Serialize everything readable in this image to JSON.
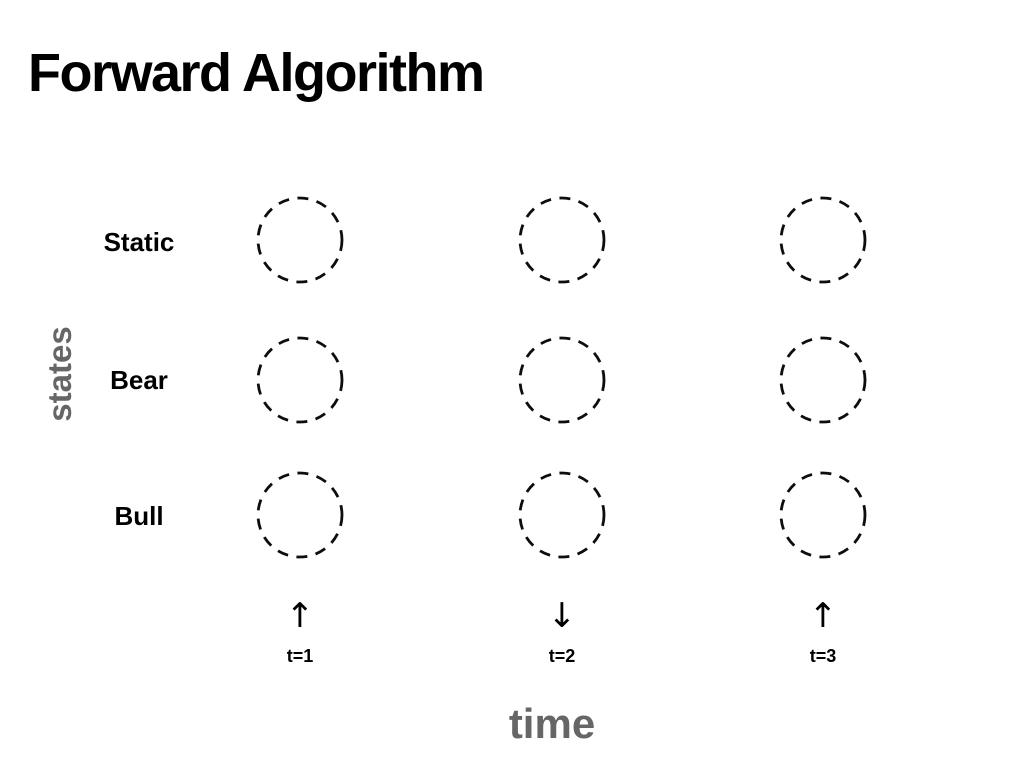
{
  "slide": {
    "title": "Forward Algorithm"
  },
  "axes": {
    "y_label": "states",
    "x_label": "time"
  },
  "states": [
    "Static",
    "Bear",
    "Bull"
  ],
  "timesteps": [
    {
      "label": "t=1",
      "arrow_icon": "↑",
      "arrow_direction": "up"
    },
    {
      "label": "t=2",
      "arrow_icon": "↓",
      "arrow_direction": "down"
    },
    {
      "label": "t=3",
      "arrow_icon": "↑",
      "arrow_direction": "up"
    }
  ],
  "grid": {
    "rows": 3,
    "cols": 3,
    "node_style": "dashed-circle"
  },
  "colors": {
    "background": "#ffffff",
    "text": "#000000",
    "axis_label_gray": "#666666",
    "node_stroke": "#0d0d0d"
  }
}
